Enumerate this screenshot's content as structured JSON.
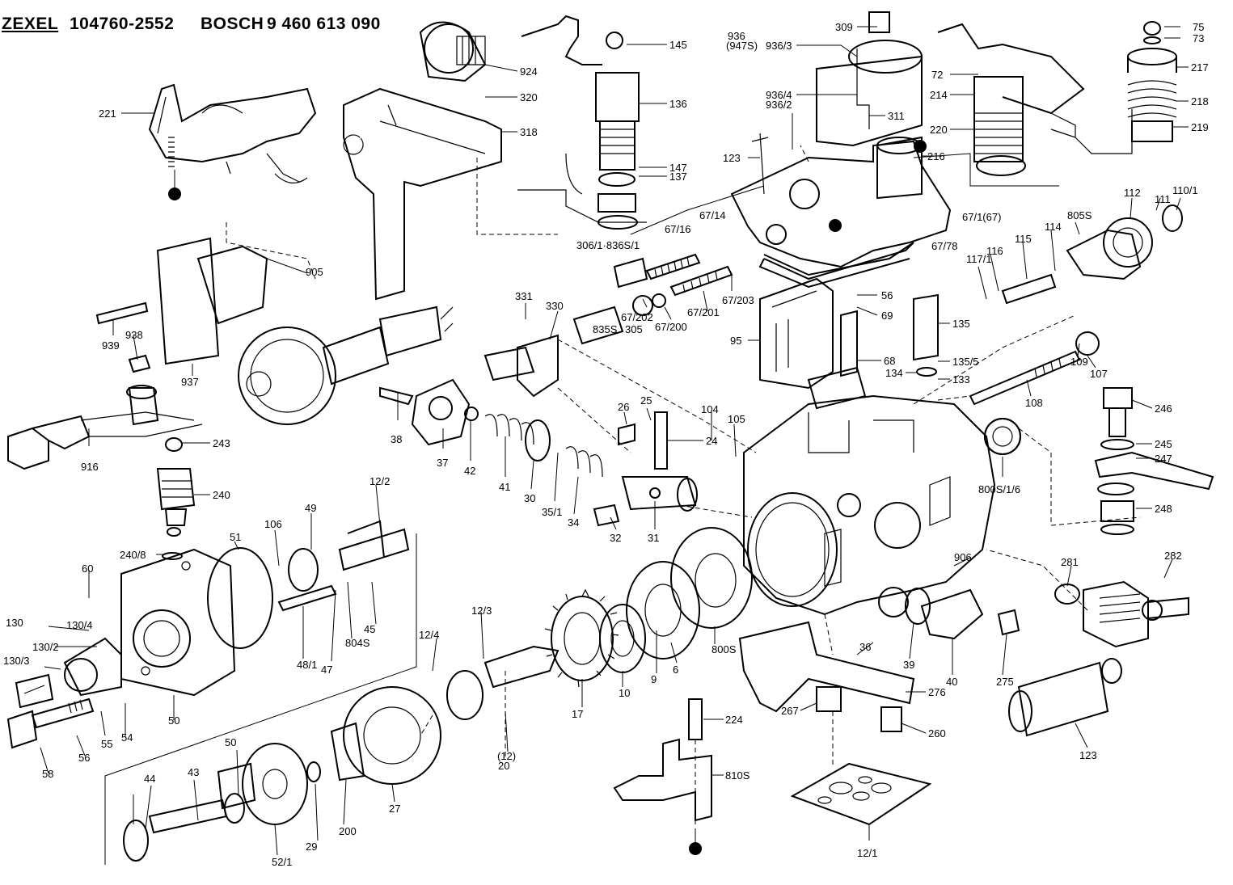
{
  "header": {
    "brand_1": "ZEXEL",
    "code_1": "104760-2552",
    "brand_2": "BOSCH",
    "code_2": "9 460 613 090"
  },
  "callouts": [
    "221",
    "924",
    "145",
    "320",
    "136",
    "318",
    "147",
    "137",
    "306/1·836S/1",
    "309",
    "936",
    "(947S)",
    "936/3",
    "936/4",
    "936/2",
    "311",
    "123",
    "216",
    "67/14",
    "67/16",
    "67/1(67)",
    "67/78",
    "72",
    "214",
    "220",
    "75",
    "73",
    "217",
    "218",
    "219",
    "110/1",
    "111",
    "112",
    "805S",
    "114",
    "115",
    "116",
    "117/1",
    "56",
    "69",
    "67/203",
    "67/201",
    "67/200",
    "67/202",
    "835S",
    "305",
    "95",
    "135",
    "135/5",
    "134",
    "133",
    "68",
    "331",
    "330",
    "905",
    "939",
    "938",
    "937",
    "107",
    "109",
    "108",
    "246",
    "245",
    "247",
    "248",
    "26",
    "25",
    "24",
    "104",
    "105",
    "38",
    "37",
    "42",
    "41",
    "30",
    "35/1",
    "34",
    "32",
    "31",
    "800S/1/6",
    "906",
    "281",
    "282",
    "916",
    "243",
    "240",
    "240/8",
    "60",
    "130",
    "130/4",
    "130/2",
    "130/3",
    "55",
    "54",
    "56",
    "58",
    "50",
    "51",
    "106",
    "49",
    "48/1",
    "47",
    "804S",
    "45",
    "12/2",
    "12/3",
    "12/4",
    "17",
    "10",
    "9",
    "6",
    "800S",
    "36",
    "39",
    "40",
    "275",
    "276",
    "267",
    "260",
    "123",
    "224",
    "810S",
    "12/1",
    "(12)",
    "20",
    "27",
    "200",
    "29",
    "52/1",
    "50",
    "43",
    "44"
  ],
  "markers": [
    "solid-dot",
    "solid-dot",
    "solid-dot",
    "solid-dot"
  ]
}
